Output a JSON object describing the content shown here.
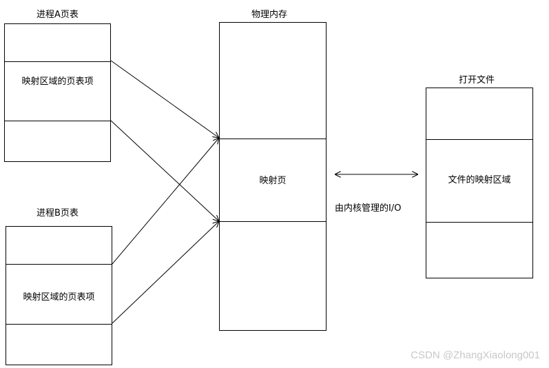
{
  "process_a": {
    "title": "进程A页表",
    "mapped_label": "映射区域的页表项"
  },
  "process_b": {
    "title": "进程B页表",
    "mapped_label": "映射区域的页表项"
  },
  "physical_memory": {
    "title": "物理内存",
    "mapped_label": "映射页"
  },
  "open_file": {
    "title": "打开文件",
    "mapped_label": "文件的映射区域"
  },
  "io_label": "由内核管理的I/O",
  "watermark": "CSDN @ZhangXiaolong001"
}
